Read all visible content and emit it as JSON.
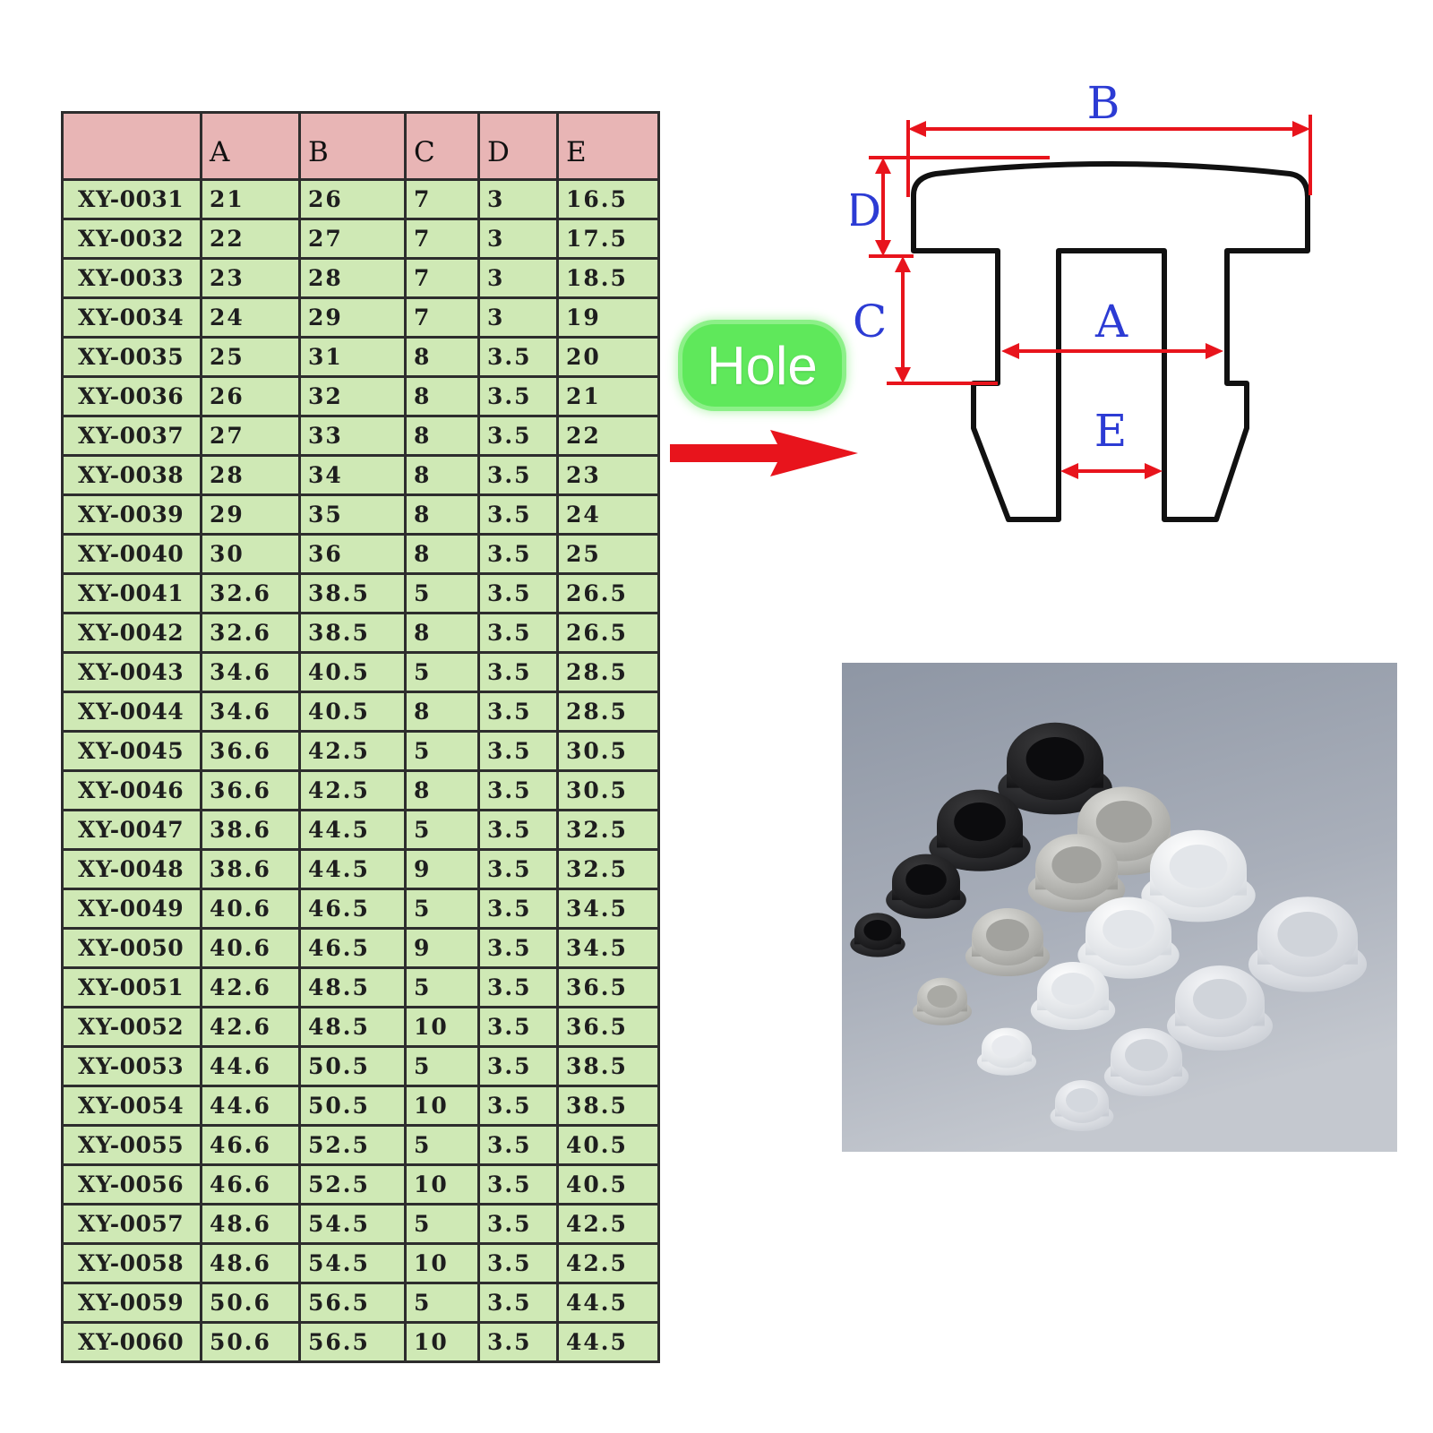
{
  "table": {
    "headers": [
      "",
      "A",
      "B",
      "C",
      "D",
      "E"
    ],
    "rows": [
      [
        "XY-0031",
        "21",
        "26",
        "7",
        "3",
        "16.5"
      ],
      [
        "XY-0032",
        "22",
        "27",
        "7",
        "3",
        "17.5"
      ],
      [
        "XY-0033",
        "23",
        "28",
        "7",
        "3",
        "18.5"
      ],
      [
        "XY-0034",
        "24",
        "29",
        "7",
        "3",
        "19"
      ],
      [
        "XY-0035",
        "25",
        "31",
        "8",
        "3.5",
        "20"
      ],
      [
        "XY-0036",
        "26",
        "32",
        "8",
        "3.5",
        "21"
      ],
      [
        "XY-0037",
        "27",
        "33",
        "8",
        "3.5",
        "22"
      ],
      [
        "XY-0038",
        "28",
        "34",
        "8",
        "3.5",
        "23"
      ],
      [
        "XY-0039",
        "29",
        "35",
        "8",
        "3.5",
        "24"
      ],
      [
        "XY-0040",
        "30",
        "36",
        "8",
        "3.5",
        "25"
      ],
      [
        "XY-0041",
        "32.6",
        "38.5",
        "5",
        "3.5",
        "26.5"
      ],
      [
        "XY-0042",
        "32.6",
        "38.5",
        "8",
        "3.5",
        "26.5"
      ],
      [
        "XY-0043",
        "34.6",
        "40.5",
        "5",
        "3.5",
        "28.5"
      ],
      [
        "XY-0044",
        "34.6",
        "40.5",
        "8",
        "3.5",
        "28.5"
      ],
      [
        "XY-0045",
        "36.6",
        "42.5",
        "5",
        "3.5",
        "30.5"
      ],
      [
        "XY-0046",
        "36.6",
        "42.5",
        "8",
        "3.5",
        "30.5"
      ],
      [
        "XY-0047",
        "38.6",
        "44.5",
        "5",
        "3.5",
        "32.5"
      ],
      [
        "XY-0048",
        "38.6",
        "44.5",
        "9",
        "3.5",
        "32.5"
      ],
      [
        "XY-0049",
        "40.6",
        "46.5",
        "5",
        "3.5",
        "34.5"
      ],
      [
        "XY-0050",
        "40.6",
        "46.5",
        "9",
        "3.5",
        "34.5"
      ],
      [
        "XY-0051",
        "42.6",
        "48.5",
        "5",
        "3.5",
        "36.5"
      ],
      [
        "XY-0052",
        "42.6",
        "48.5",
        "10",
        "3.5",
        "36.5"
      ],
      [
        "XY-0053",
        "44.6",
        "50.5",
        "5",
        "3.5",
        "38.5"
      ],
      [
        "XY-0054",
        "44.6",
        "50.5",
        "10",
        "3.5",
        "38.5"
      ],
      [
        "XY-0055",
        "46.6",
        "52.5",
        "5",
        "3.5",
        "40.5"
      ],
      [
        "XY-0056",
        "46.6",
        "52.5",
        "10",
        "3.5",
        "40.5"
      ],
      [
        "XY-0057",
        "48.6",
        "54.5",
        "5",
        "3.5",
        "42.5"
      ],
      [
        "XY-0058",
        "48.6",
        "54.5",
        "10",
        "3.5",
        "42.5"
      ],
      [
        "XY-0059",
        "50.6",
        "56.5",
        "5",
        "3.5",
        "44.5"
      ],
      [
        "XY-0060",
        "50.6",
        "56.5",
        "10",
        "3.5",
        "44.5"
      ]
    ]
  },
  "badge": {
    "label": "Hole"
  },
  "diagram": {
    "labels": {
      "a": "A",
      "b": "B",
      "c": "C",
      "d": "D",
      "e": "E"
    },
    "dimension_color": "#e8141c",
    "label_color": "#2c3bd4"
  },
  "colors": {
    "table_header": "#e8b5b5",
    "table_body": "#cfe9b5",
    "badge": "#5fe85b",
    "arrow": "#e8141c"
  }
}
